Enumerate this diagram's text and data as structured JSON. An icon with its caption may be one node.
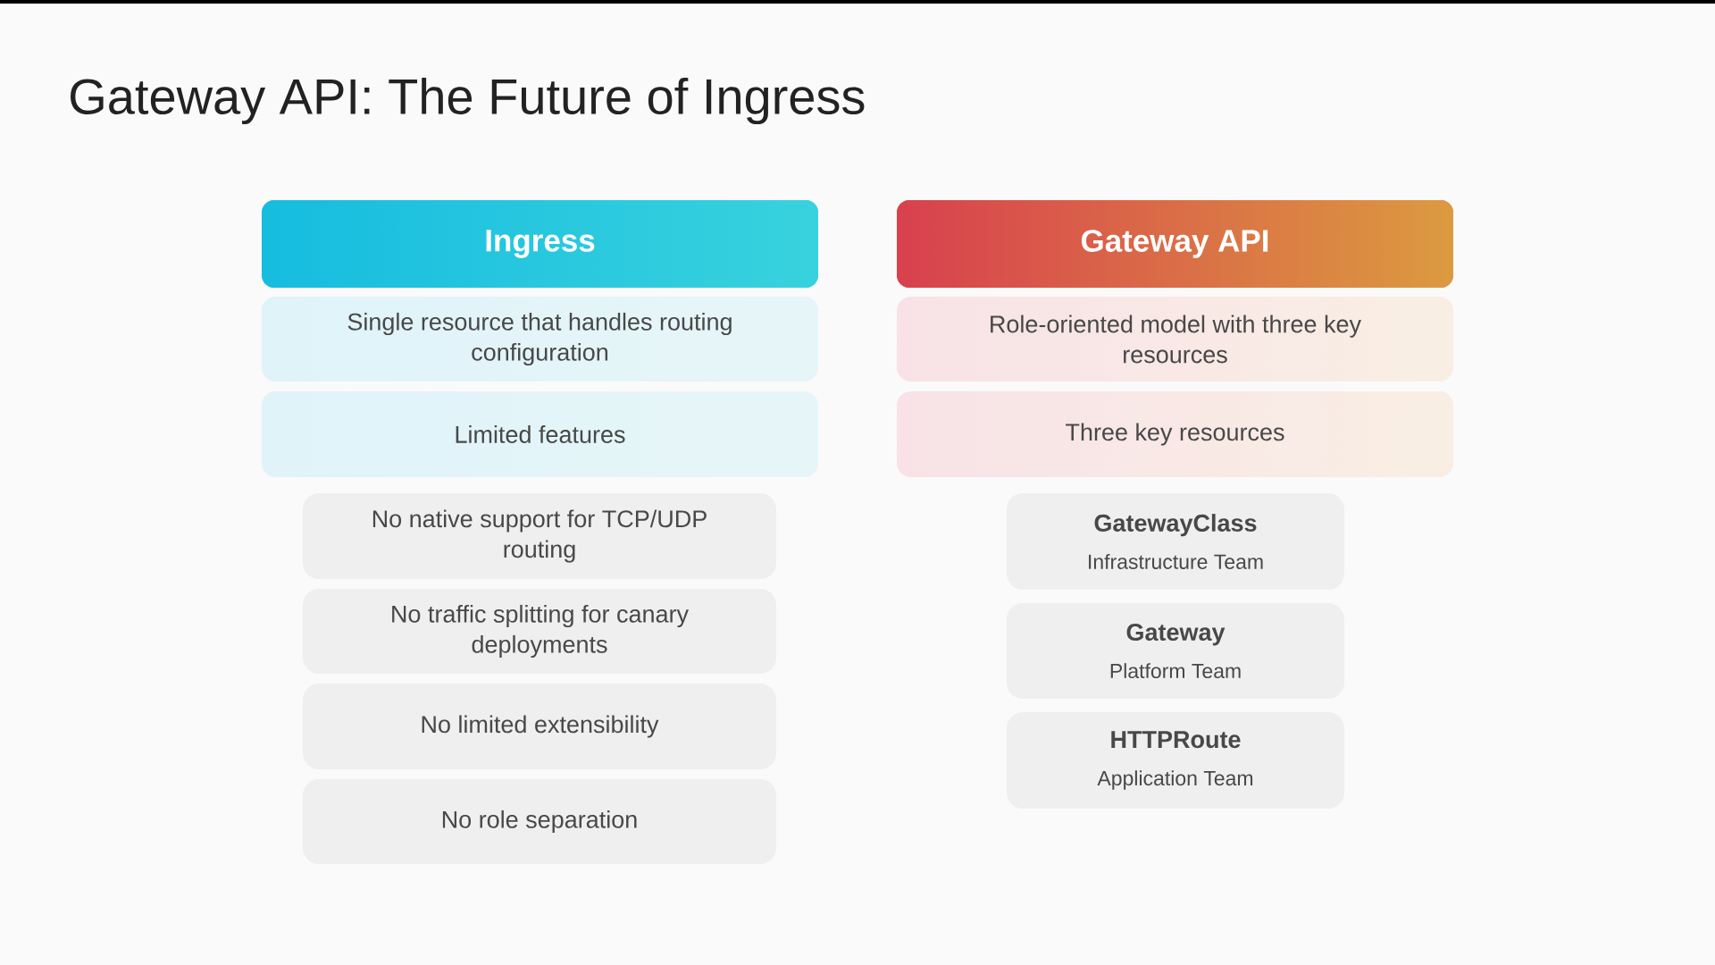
{
  "diagram": {
    "title": "Gateway API: The Future of Ingress",
    "nodes": [
      {
        "text": [
          "Ingress"
        ]
      },
      {
        "text": [
          "Single resource that handles routing configuration"
        ]
      },
      {
        "text": [
          "Limited features"
        ]
      },
      {
        "text": [
          "No native support for TCP/UDP routing"
        ]
      },
      {
        "text": [
          "No traffic splitting for canary deployments"
        ]
      },
      {
        "text": [
          "No limited extensibility"
        ]
      },
      {
        "text": [
          "No role separation"
        ]
      },
      {
        "text": [
          "Gateway API"
        ]
      },
      {
        "text": [
          "Role-oriented model with three key resources"
        ]
      },
      {
        "text": [
          "Three key resources"
        ]
      },
      {
        "text": [
          "GatewayClass",
          "Infrastructure Team"
        ]
      },
      {
        "text": [
          "Gateway",
          "Platform Team"
        ]
      },
      {
        "text": [
          "HTTPRoute",
          "Application Team"
        ]
      }
    ]
  }
}
